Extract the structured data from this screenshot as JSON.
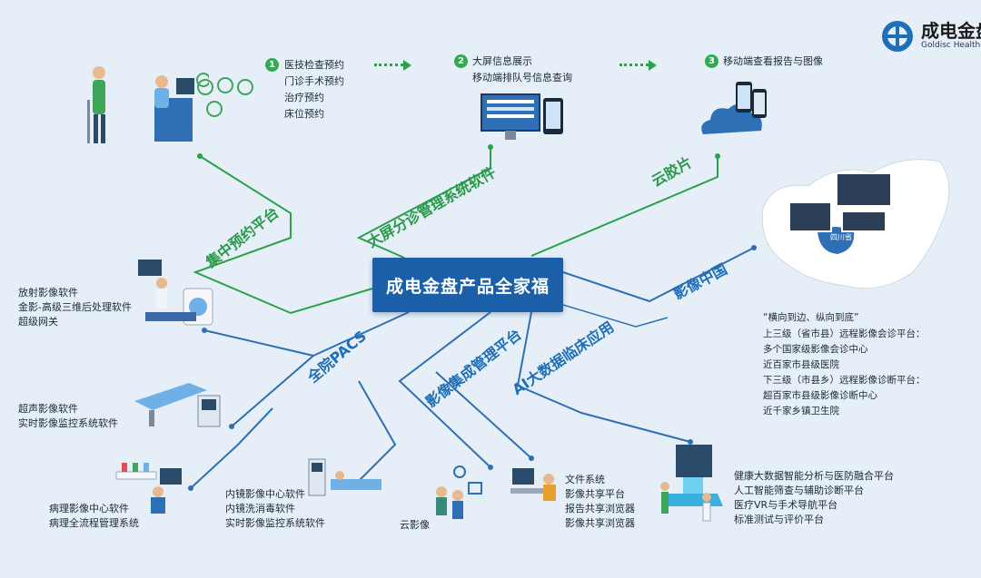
{
  "logo": {
    "name_cn": "成电金盘",
    "name_en": "Goldisc Healthcare"
  },
  "hub": {
    "title": "成电金盘产品全家福"
  },
  "branches": {
    "booking": "集中预约平台",
    "screen": "大屏分诊管理系统软件",
    "cloud_film": "云胶片",
    "imaging_china": "影像中国",
    "pacs": "全院PACS",
    "integration": "影像集成管理平台",
    "ai": "AI大数据临床应用"
  },
  "steps": [
    {
      "num": "1",
      "lines": [
        "医技检查预约",
        "门诊手术预约",
        "治疗预约",
        "床位预约"
      ]
    },
    {
      "num": "2",
      "lines": [
        "大屏信息展示",
        "移动端排队号信息查询"
      ]
    },
    {
      "num": "3",
      "lines": [
        "移动端查看报告与图像"
      ]
    }
  ],
  "map": {
    "province_label": "四川省",
    "quote": "“横向到边、纵向到底”",
    "upper_title": "上三级（省市县）远程影像会诊平台：",
    "upper_items": [
      "多个国家级影像会诊中心",
      "近百家市县级医院"
    ],
    "lower_title": "下三级（市县乡）远程影像诊断平台：",
    "lower_items": [
      "超百家市县级影像诊断中心",
      "近千家乡镇卫生院"
    ]
  },
  "leaves": {
    "radiology": [
      "放射影像软件",
      "金影-高级三维后处理软件",
      "超级网关"
    ],
    "ultrasound": [
      "超声影像软件",
      "实时影像监控系统软件"
    ],
    "pathology": [
      "病理影像中心软件",
      "病理全流程管理系统"
    ],
    "endoscopy": [
      "内镜影像中心软件",
      "内镜洗消毒软件",
      "实时影像监控系统软件"
    ],
    "cloud_image": [
      "云影像"
    ],
    "files": [
      "文件系统",
      "影像共享平台",
      "报告共享浏览器",
      "影像共享浏览器"
    ],
    "ai_apps": [
      "健康大数据智能分析与医防融合平台",
      "人工智能筛查与辅助诊断平台",
      "医疗VR与手术导航平台",
      "标准测试与评价平台"
    ]
  }
}
